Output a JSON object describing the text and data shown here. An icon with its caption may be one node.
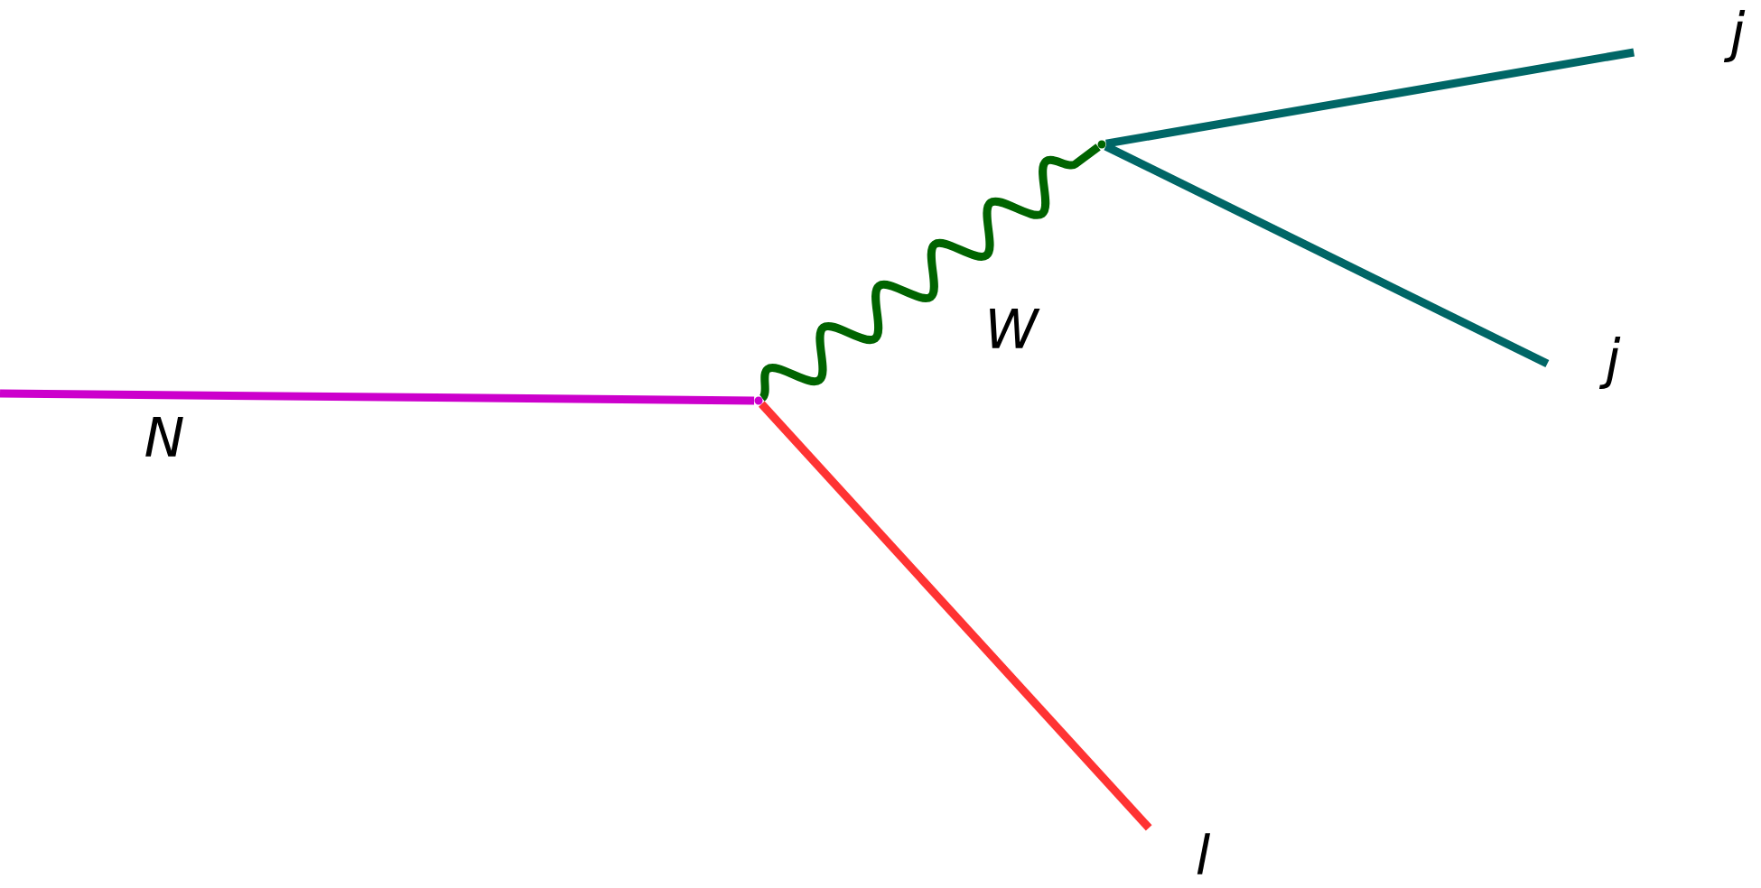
{
  "diagram": {
    "nodes": [
      {
        "text": [],
        "shape": "vertex"
      },
      {
        "text": [],
        "shape": "vertex"
      },
      {
        "text": [
          "j"
        ]
      },
      {
        "text": [
          "j"
        ]
      },
      {
        "text": [
          "l"
        ]
      }
    ],
    "edges": [
      {
        "from": null,
        "to": 0,
        "arrow": "none",
        "label": "N",
        "color": "#cc00cc"
      },
      {
        "from": 0,
        "to": 1,
        "arrow": "none",
        "label": "W",
        "color": "#006400"
      },
      {
        "from": 1,
        "to": 2,
        "arrow": "none"
      },
      {
        "from": 1,
        "to": 3,
        "arrow": "none"
      },
      {
        "from": 0,
        "to": 4,
        "arrow": "none",
        "color": "#ff3333"
      }
    ]
  }
}
